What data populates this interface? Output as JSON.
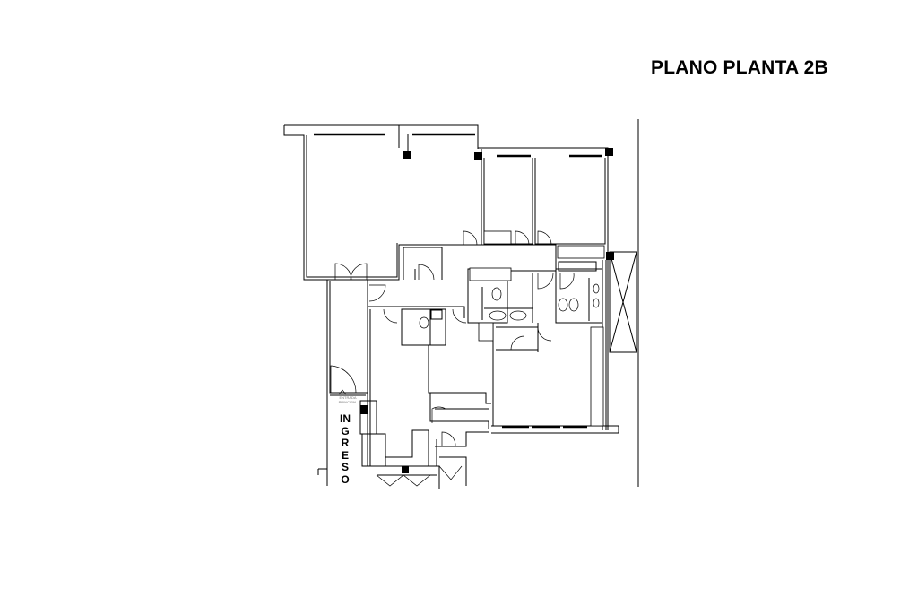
{
  "title": "PLANO PLANTA 2B",
  "labels": {
    "entrance": "ENTRADA PRINCIPAL",
    "ingreso": "INGRESO"
  }
}
